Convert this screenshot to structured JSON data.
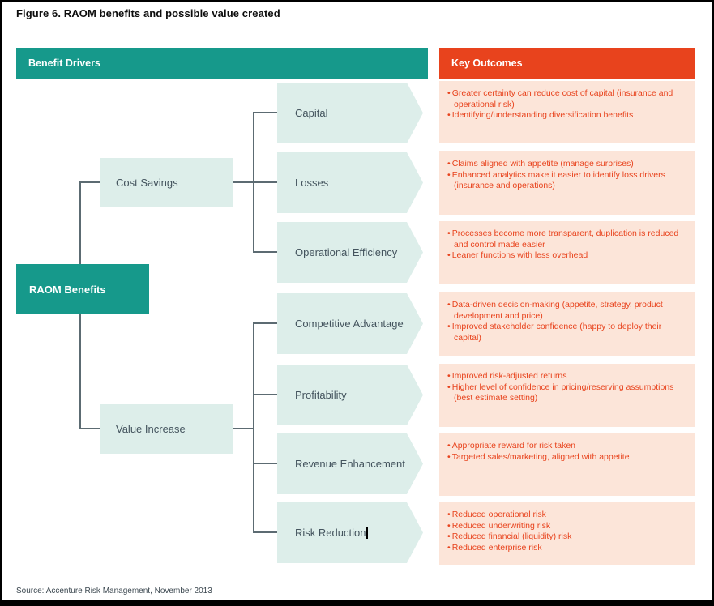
{
  "figure": {
    "title": "Figure 6. RAOM benefits and possible value created",
    "source": "Source: Accenture Risk Management, November 2013"
  },
  "headers": {
    "left": "Benefit Drivers",
    "right": "Key Outcomes"
  },
  "root": {
    "label": "RAOM Benefits"
  },
  "groups": [
    {
      "label": "Cost Savings"
    },
    {
      "label": "Value Increase"
    }
  ],
  "rows": [
    {
      "driver": "Capital",
      "group": "Cost Savings",
      "outcomes": [
        "Greater certainty can reduce cost of capital (insurance and operational risk)",
        "Identifying/understanding diversification benefits"
      ]
    },
    {
      "driver": "Losses",
      "group": "Cost Savings",
      "outcomes": [
        "Claims aligned with appetite (manage surprises)",
        "Enhanced analytics make it easier to identify loss drivers (insurance and operations)"
      ]
    },
    {
      "driver": "Operational Efficiency",
      "group": "Cost Savings",
      "outcomes": [
        "Processes become more transparent, duplication is reduced and control made easier",
        "Leaner functions with less overhead"
      ]
    },
    {
      "driver": "Competitive Advantage",
      "group": "Value Increase",
      "outcomes": [
        "Data-driven decision-making (appetite, strategy, product development and price)",
        "Improved stakeholder confidence (happy to deploy their capital)"
      ]
    },
    {
      "driver": "Profitability",
      "group": "Value Increase",
      "outcomes": [
        "Improved risk-adjusted returns",
        "Higher level of confidence in pricing/reserving assumptions (best estimate setting)"
      ]
    },
    {
      "driver": "Revenue Enhancement",
      "group": "Value Increase",
      "outcomes": [
        "Appropriate reward for risk taken",
        "Targeted sales/marketing, aligned with appetite"
      ]
    },
    {
      "driver": "Risk Reduction",
      "group": "Value Increase",
      "outcomes": [
        "Reduced operational risk",
        "Reduced underwriting risk",
        "Reduced financial (liquidity) risk",
        "Reduced enterprise risk"
      ]
    }
  ],
  "colors": {
    "teal": "#16998b",
    "light_teal": "#ddeeea",
    "red": "#e8431d",
    "pink": "#fce5d9",
    "connector": "#5c6b72",
    "label_text": "#44545e"
  }
}
